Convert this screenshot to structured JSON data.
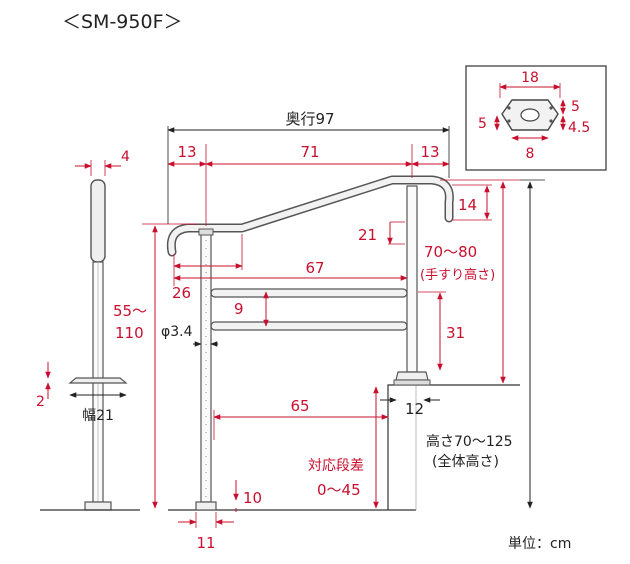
{
  "title": "＜SM-950F＞",
  "unit_label": "単位：cm",
  "colors": {
    "dimension": "#c8102e",
    "outline": "#555555",
    "rail_fill": "#efefef",
    "text": "#222222"
  },
  "depth_total": "奥行97",
  "width_post": "4",
  "seg_left": "13",
  "seg_middle": "71",
  "seg_right": "13",
  "inset": {
    "top": "18",
    "right_top": "5",
    "left": "5",
    "right_bottom": "4.5",
    "bottom": "8"
  },
  "rail_drop": "14",
  "rail_upper_to_bar": "21",
  "handrail_height": "70～80",
  "handrail_height_note": "(手すり高さ)",
  "bar_length": "67",
  "bar_gap": "9",
  "bar_height": "31",
  "left_end": "26",
  "pipe_diameter": "φ3.4",
  "side_height": "55～\n110",
  "side_height_a": "55～",
  "side_height_b": "110",
  "base_thickness": "2",
  "base_width": "幅21",
  "base_span": "65",
  "foot_right": "12",
  "step_label": "対応段差",
  "step_range": "0～45",
  "total_height": "高さ70～125",
  "total_height_note": "(全体高さ)",
  "foot_height": "10",
  "foot_width": "11"
}
